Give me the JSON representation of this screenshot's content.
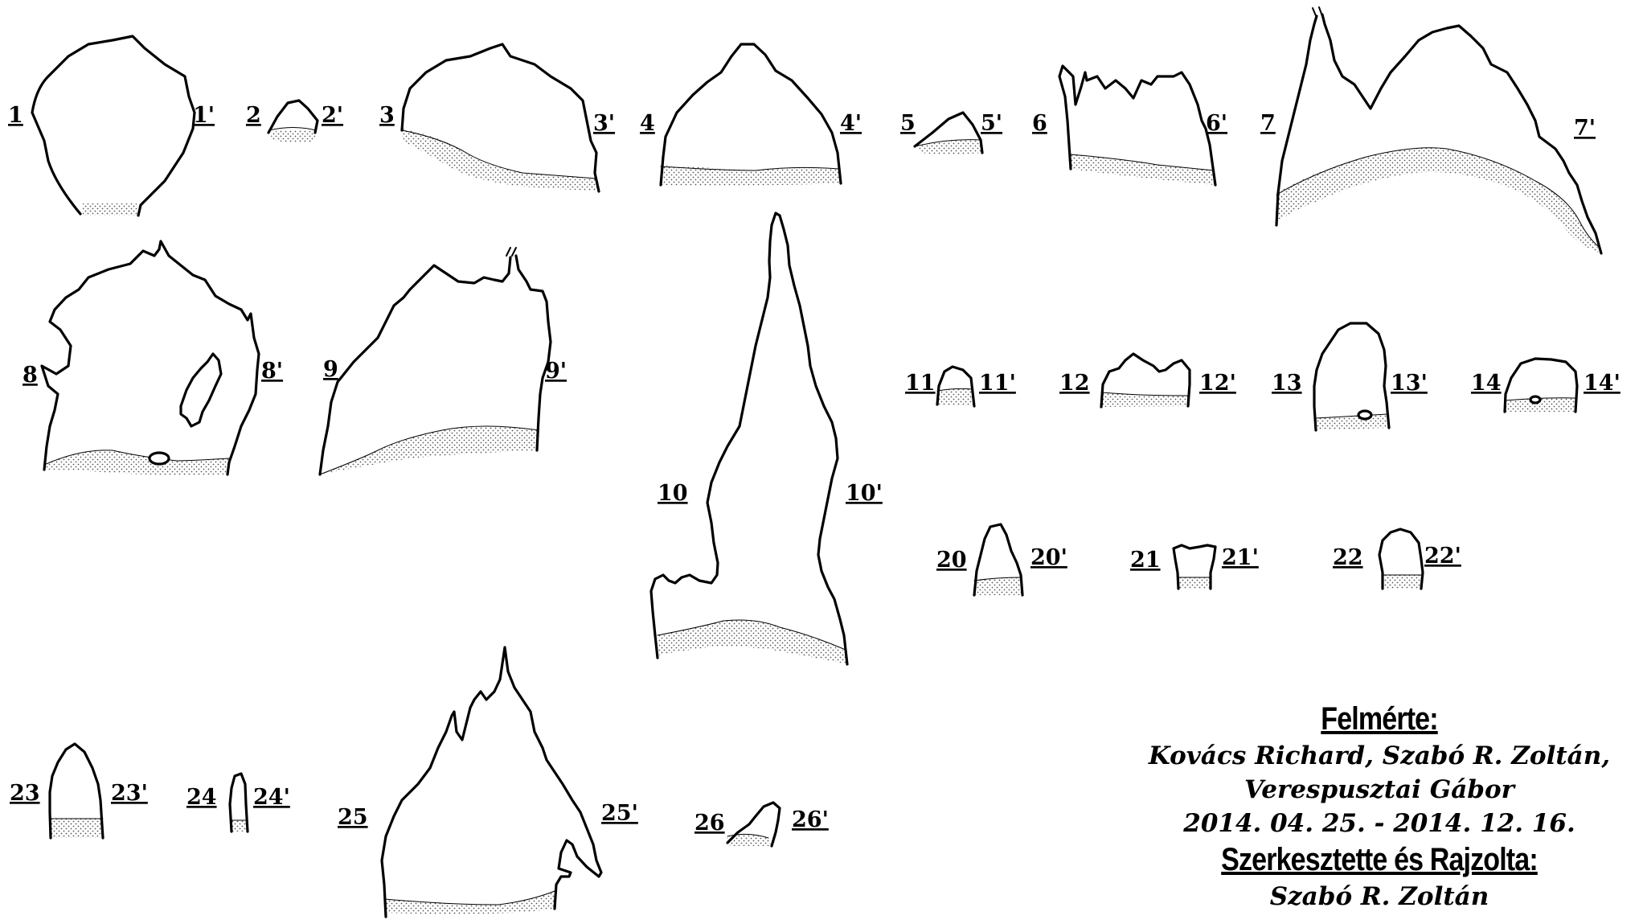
{
  "labels": [
    "1",
    "1'",
    "2",
    "2'",
    "3",
    "3'",
    "4",
    "4'",
    "5",
    "5'",
    "6",
    "6'",
    "7",
    "7'",
    "8",
    "8'",
    "9",
    "9'",
    "10",
    "10'",
    "11",
    "11'",
    "12",
    "12'",
    "13",
    "13'",
    "14",
    "14'",
    "20",
    "20'",
    "21",
    "21'",
    "22",
    "22'",
    "23",
    "23'",
    "24",
    "24'",
    "25",
    "25'",
    "26",
    "26'"
  ],
  "credits": {
    "surveyed_heading": "Felmérte:",
    "surveyors_line1": "Kovács Richard, Szabó R. Zoltán,",
    "surveyors_line2": "Verespusztai Gábor",
    "dates": "2014. 04. 25. - 2014. 12. 16.",
    "edited_heading": "Szerkesztette és Rajzolta:",
    "editor": "Szabó R. Zoltán"
  }
}
